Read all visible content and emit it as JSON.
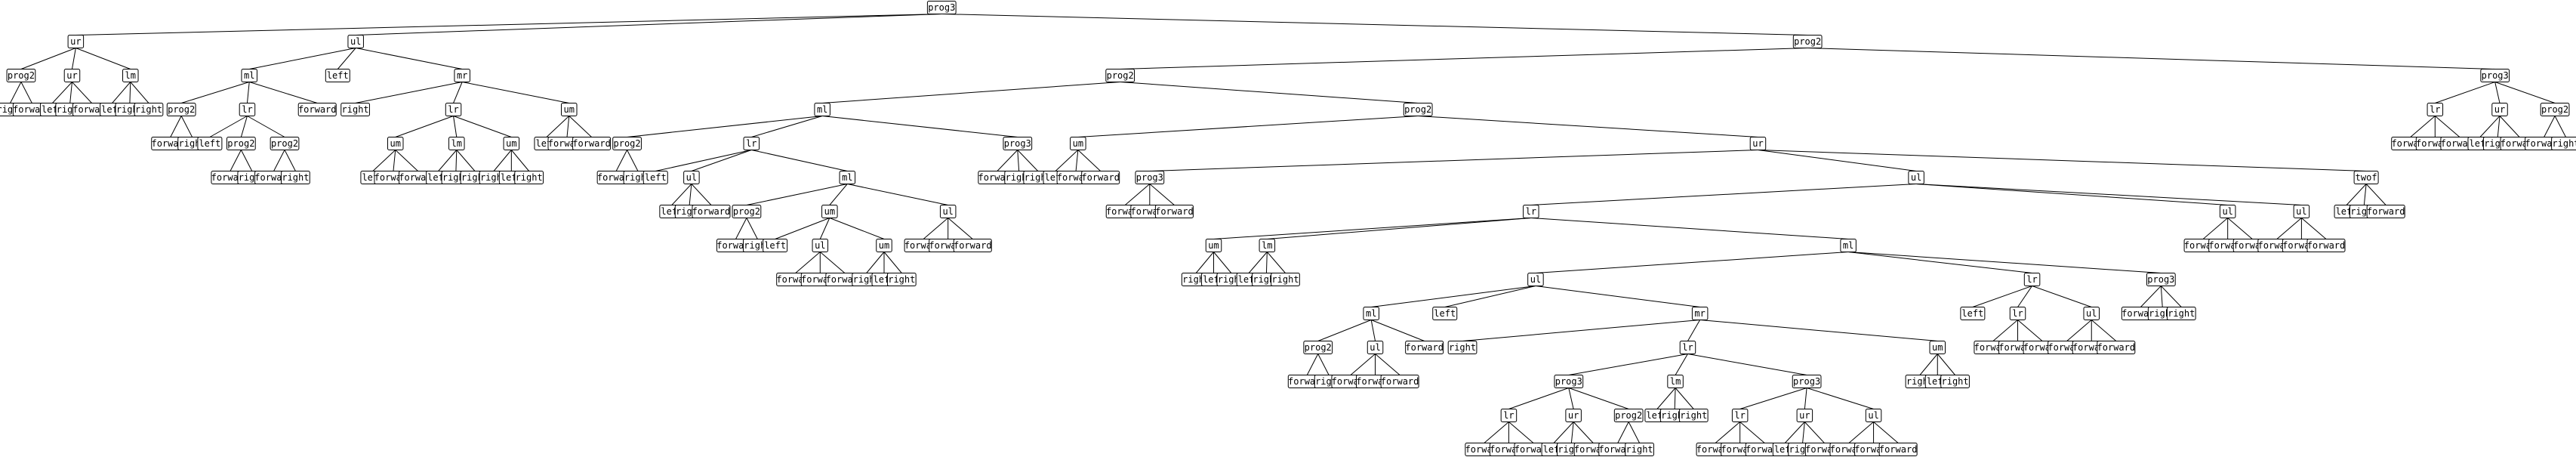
{
  "tree": [
    "prog3",
    [
      "ur",
      [
        "prog2",
        [
          "right"
        ],
        [
          "forward"
        ]
      ],
      [
        "ur",
        [
          "left"
        ],
        [
          "right"
        ],
        [
          "forward"
        ]
      ],
      [
        "lm",
        [
          "left"
        ],
        [
          "right"
        ],
        [
          "right"
        ]
      ]
    ],
    [
      "ul",
      [
        "ml",
        [
          "prog2",
          [
            "forward"
          ],
          [
            "right"
          ]
        ],
        [
          "lr",
          [
            "left"
          ],
          [
            "prog2",
            [
              "forward"
            ],
            [
              "right"
            ]
          ],
          [
            "prog2",
            [
              "forward"
            ],
            [
              "right"
            ]
          ]
        ],
        [
          "forward"
        ]
      ],
      [
        "left"
      ],
      [
        "mr",
        [
          "right"
        ],
        [
          "lr",
          [
            "um",
            [
              "left"
            ],
            [
              "forward"
            ],
            [
              "forward"
            ]
          ],
          [
            "lm",
            [
              "left"
            ],
            [
              "right"
            ],
            [
              "right"
            ]
          ],
          [
            "um",
            [
              "right"
            ],
            [
              "left"
            ],
            [
              "right"
            ]
          ]
        ],
        [
          "um",
          [
            "left"
          ],
          [
            "forward"
          ],
          [
            "forward"
          ]
        ]
      ]
    ],
    [
      "prog2",
      [
        "prog2",
        [
          "ml",
          [
            "prog2",
            [
              "forward"
            ],
            [
              "right"
            ]
          ],
          [
            "lr",
            [
              "left"
            ],
            [
              "ul",
              [
                "left"
              ],
              [
                "right"
              ],
              [
                "forward"
              ]
            ],
            [
              "ml",
              [
                "prog2",
                [
                  "forward"
                ],
                [
                  "right"
                ]
              ],
              [
                "um",
                [
                  "left"
                ],
                [
                  "ul",
                  [
                    "forward"
                  ],
                  [
                    "forward"
                  ],
                  [
                    "forward"
                  ]
                ],
                [
                  "um",
                  [
                    "right"
                  ],
                  [
                    "left"
                  ],
                  [
                    "right"
                  ]
                ]
              ],
              [
                "ul",
                [
                  "forward"
                ],
                [
                  "forward"
                ],
                [
                  "forward"
                ]
              ]
            ]
          ],
          [
            "prog3",
            [
              "forward"
            ],
            [
              "right"
            ],
            [
              "right"
            ]
          ]
        ],
        [
          "prog2",
          [
            "um",
            [
              "left"
            ],
            [
              "forward"
            ],
            [
              "forward"
            ]
          ],
          [
            "ur",
            [
              "prog3",
              [
                "forward"
              ],
              [
                "forward"
              ],
              [
                "forward"
              ]
            ],
            [
              "ul",
              [
                "lr",
                [
                  "um",
                  [
                    "right"
                  ],
                  [
                    "left"
                  ],
                  [
                    "right"
                  ]
                ],
                [
                  "lm",
                  [
                    "left"
                  ],
                  [
                    "right"
                  ],
                  [
                    "right"
                  ]
                ],
                [
                  "ml",
                  [
                    "ul",
                    [
                      "ml",
                      [
                        "prog2",
                        [
                          "forward"
                        ],
                        [
                          "right"
                        ]
                      ],
                      [
                        "ul",
                        [
                          "forward"
                        ],
                        [
                          "forward"
                        ],
                        [
                          "forward"
                        ]
                      ],
                      [
                        "forward"
                      ]
                    ],
                    [
                      "left"
                    ],
                    [
                      "mr",
                      [
                        "right"
                      ],
                      [
                        "lr",
                        [
                          "prog3",
                          [
                            "lr",
                            [
                              "forward"
                            ],
                            [
                              "forward"
                            ],
                            [
                              "forward"
                            ]
                          ],
                          [
                            "ur",
                            [
                              "left"
                            ],
                            [
                              "right"
                            ],
                            [
                              "forward"
                            ]
                          ],
                          [
                            "prog2",
                            [
                              "forward"
                            ],
                            [
                              "right"
                            ]
                          ]
                        ],
                        [
                          "lm",
                          [
                            "left"
                          ],
                          [
                            "right"
                          ],
                          [
                            "right"
                          ]
                        ],
                        [
                          "prog3",
                          [
                            "lr",
                            [
                              "forward"
                            ],
                            [
                              "forward"
                            ],
                            [
                              "forward"
                            ]
                          ],
                          [
                            "ur",
                            [
                              "left"
                            ],
                            [
                              "right"
                            ],
                            [
                              "forward"
                            ]
                          ],
                          [
                            "ul",
                            [
                              "forward"
                            ],
                            [
                              "forward"
                            ],
                            [
                              "forward"
                            ]
                          ]
                        ]
                      ],
                      [
                        "um",
                        [
                          "right"
                        ],
                        [
                          "left"
                        ],
                        [
                          "right"
                        ]
                      ]
                    ]
                  ],
                  [
                    "lr",
                    [
                      "left"
                    ],
                    [
                      "lr",
                      [
                        "forward"
                      ],
                      [
                        "forward"
                      ],
                      [
                        "forward"
                      ]
                    ],
                    [
                      "ul",
                      [
                        "forward"
                      ],
                      [
                        "forward"
                      ],
                      [
                        "forward"
                      ]
                    ]
                  ],
                  [
                    "prog3",
                    [
                      "forward"
                    ],
                    [
                      "right"
                    ],
                    [
                      "right"
                    ]
                  ]
                ]
              ],
              [
                "ul",
                [
                  "forward"
                ],
                [
                  "forward"
                ],
                [
                  "forward"
                ]
              ],
              [
                "ul",
                [
                  "forward"
                ],
                [
                  "forward"
                ],
                [
                  "forward"
                ]
              ]
            ],
            [
              "twof",
              [
                "left"
              ],
              [
                "right"
              ],
              [
                "forward"
              ]
            ]
          ]
        ]
      ],
      [
        "prog3",
        [
          "lr",
          [
            "forward"
          ],
          [
            "forward"
          ],
          [
            "forward"
          ]
        ],
        [
          "ur",
          [
            "left"
          ],
          [
            "right"
          ],
          [
            "forward"
          ]
        ],
        [
          "prog2",
          [
            "forward"
          ],
          [
            "right"
          ]
        ]
      ]
    ]
  ]
}
